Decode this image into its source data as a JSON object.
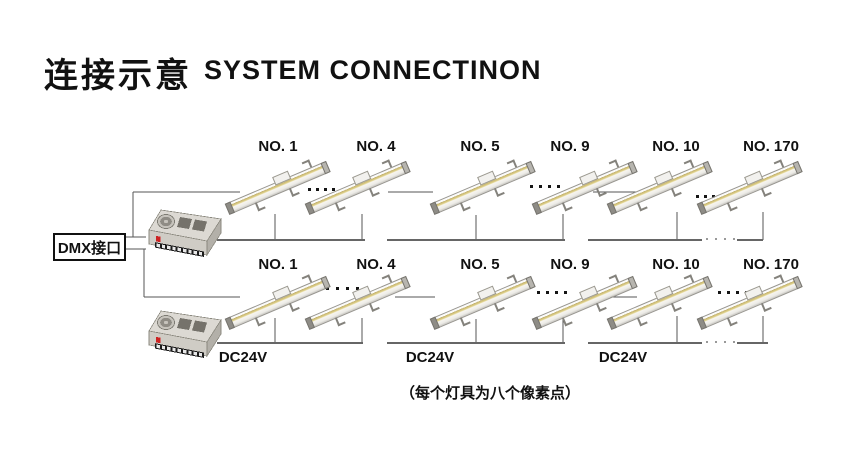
{
  "title": {
    "zh": "连接示意",
    "en": "SYSTEM CONNECTINON"
  },
  "dmx_box": {
    "label": "DMX接口"
  },
  "rows": [
    {
      "id": "top",
      "fixture_labels": [
        "NO. 1",
        "NO. 4",
        "NO. 5",
        "NO. 9",
        "NO. 10",
        "NO. 170"
      ]
    },
    {
      "id": "bottom",
      "fixture_labels": [
        "NO. 1",
        "NO. 4",
        "NO. 5",
        "NO. 9",
        "NO. 10",
        "NO. 170"
      ],
      "voltage_labels": [
        "DC24V",
        "DC24V",
        "DC24V"
      ]
    }
  ],
  "caption": "（每个灯具为八个像素点）",
  "colors": {
    "line": "#555555",
    "bus": "#666666",
    "led_strip": "#e0d28a",
    "psu_red_label": "#cc2222",
    "text": "#111111"
  }
}
